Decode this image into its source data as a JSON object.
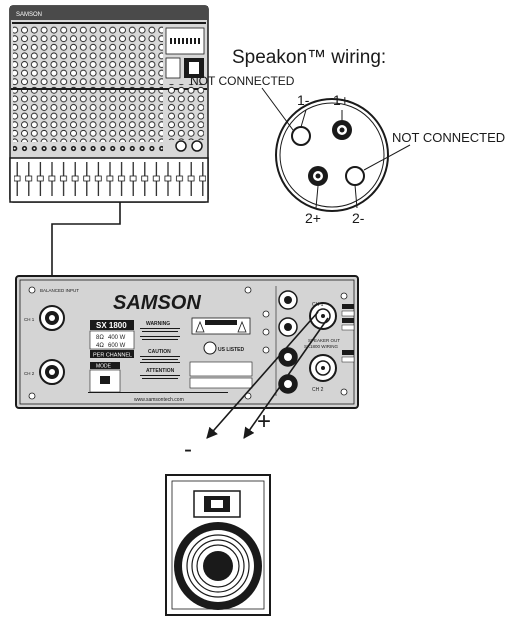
{
  "speakon": {
    "title": "Speakon™ wiring:",
    "not_connected_left": "NOT CONNECTED",
    "not_connected_right": "NOT CONNECTED",
    "pin_1_minus": "1-",
    "pin_1_plus": "1+",
    "pin_2_plus": "2+",
    "pin_2_minus": "2-"
  },
  "amplifier": {
    "brand": "SAMSON",
    "model": "SX 1800",
    "ratings": [
      {
        "ohms": "8Ω",
        "watts": "400 W"
      },
      {
        "ohms": "4Ω",
        "watts": "600 W"
      }
    ],
    "per_channel": "PER CHANNEL",
    "mode": "MODE",
    "warning": "WARNING",
    "caution": "CAUTION",
    "attention": "ATTENTION",
    "us_listed": "US LISTED",
    "balanced_input": "BALANCED INPUT",
    "ch1": "CH 1",
    "ch2": "CH 2",
    "speaker_out": "SPEAKER OUT",
    "speaker_wiring": "SX1800 WIRING",
    "website": "www.samsontech.com"
  },
  "wiring": {
    "minus": "-",
    "plus": "+"
  },
  "mixer": {
    "brand_small": "SAMSON"
  }
}
